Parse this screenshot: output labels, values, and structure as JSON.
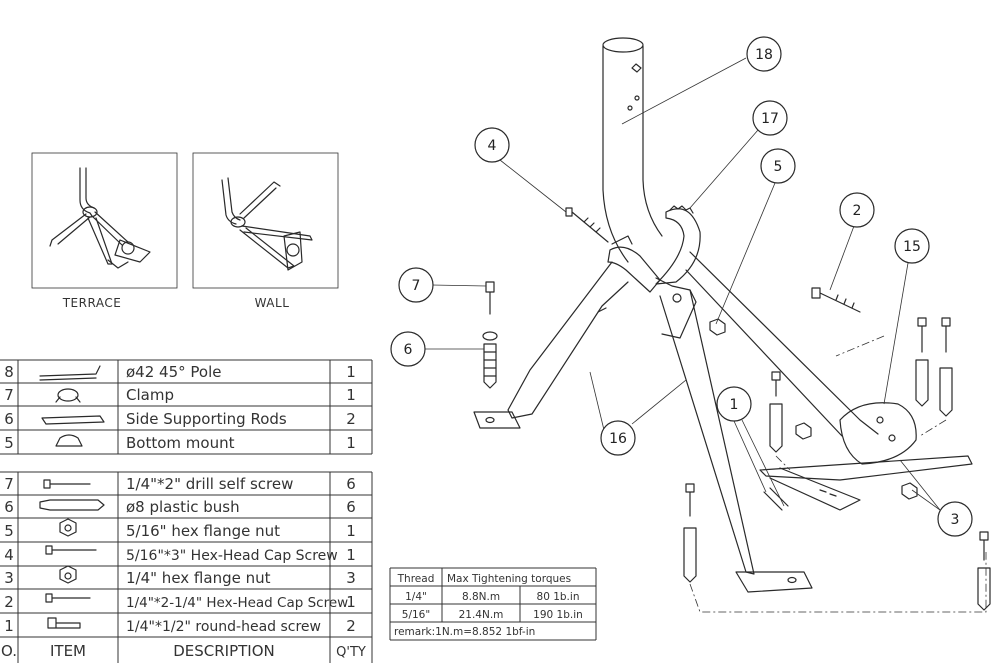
{
  "views": {
    "terrace_label": "TERRACE",
    "wall_label": "WALL"
  },
  "parts_table": {
    "top_rows": [
      {
        "no": "8",
        "desc": "ø42 45° Pole",
        "qty": "1"
      },
      {
        "no": "7",
        "desc": "Clamp",
        "qty": "1"
      },
      {
        "no": "6",
        "desc": "Side Supporting Rods",
        "qty": "2"
      },
      {
        "no": "5",
        "desc": "Bottom mount",
        "qty": "1"
      }
    ],
    "bottom_rows": [
      {
        "no": "7",
        "desc": "1/4\"*2\" drill self screw",
        "qty": "6"
      },
      {
        "no": "6",
        "desc": "ø8 plastic bush",
        "qty": "6"
      },
      {
        "no": "5",
        "desc": "5/16\" hex flange nut",
        "qty": "1"
      },
      {
        "no": "4",
        "desc": "5/16\"*3\" Hex-Head Cap Screw",
        "qty": "1"
      },
      {
        "no": "3",
        "desc": "1/4\" hex flange nut",
        "qty": "3"
      },
      {
        "no": "2",
        "desc": "1/4\"*2-1/4\" Hex-Head Cap Screw",
        "qty": "1"
      },
      {
        "no": "1",
        "desc": "1/4\"*1/2\" round-head  screw",
        "qty": "2"
      }
    ],
    "header": {
      "no": "O.",
      "item": "ITEM",
      "desc": "DESCRIPTION",
      "qty": "Q'TY"
    }
  },
  "torque_table": {
    "headers": [
      "Thread",
      "Max Tightening torques"
    ],
    "rows": [
      {
        "thread": "1/4\"",
        "nm": "8.8N.m",
        "lbin": "80 1b.in"
      },
      {
        "thread": "5/16\"",
        "nm": "21.4N.m",
        "lbin": "190 1b.in"
      }
    ],
    "remark": "remark:1N.m=8.852 1bf-in"
  },
  "callouts": [
    "18",
    "17",
    "4",
    "5",
    "2",
    "15",
    "7",
    "6",
    "1",
    "16",
    "3"
  ]
}
